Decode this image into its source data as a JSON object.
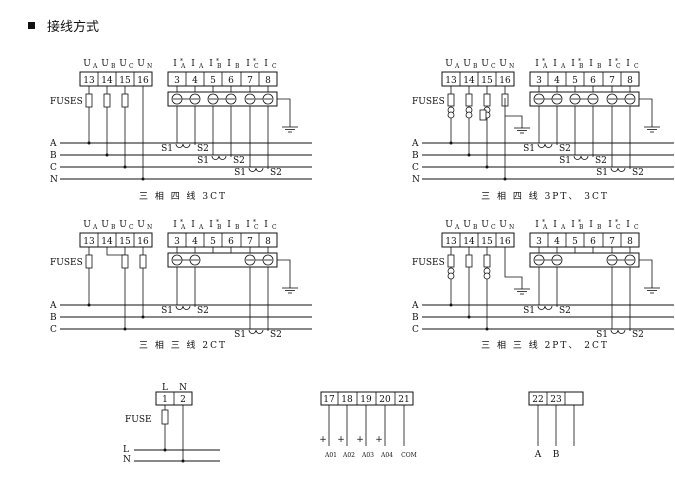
{
  "page": {
    "title": "接线方式"
  },
  "labels": {
    "fuses": "FUSES",
    "fuse": "FUSE",
    "s1": "S1",
    "s2": "S2",
    "phase_a": "A",
    "phase_b": "B",
    "phase_c": "C",
    "phase_n": "N",
    "plus": "+",
    "l": "L",
    "n": "N"
  },
  "voltage_terminals": {
    "headers": [
      "U",
      "U",
      "U",
      "U"
    ],
    "subs": [
      "A",
      "B",
      "C",
      "N"
    ],
    "numbers": [
      "13",
      "14",
      "15",
      "16"
    ]
  },
  "current_terminals": {
    "headers": [
      "I",
      "I",
      "I",
      "I",
      "I",
      "I"
    ],
    "subs": [
      "A",
      "A",
      "B",
      "B",
      "C",
      "C"
    ],
    "stars": [
      "*",
      "",
      "*",
      "",
      "*",
      ""
    ],
    "numbers": [
      "3",
      "4",
      "5",
      "6",
      "7",
      "8"
    ]
  },
  "diagrams": [
    {
      "caption": "三 相 四 线 3CT"
    },
    {
      "caption": "三 相 四 线 3PT、 3CT"
    },
    {
      "caption": "三 相 三 线 2CT"
    },
    {
      "caption": "三 相 三 线 2PT、 2CT"
    }
  ],
  "power": {
    "numbers": [
      "1",
      "2"
    ]
  },
  "relay": {
    "numbers": [
      "17",
      "18",
      "19",
      "20",
      "21"
    ],
    "outputs": [
      "A01",
      "A02",
      "A03",
      "A04",
      "COM"
    ]
  },
  "comm": {
    "numbers": [
      "22",
      "23",
      ""
    ],
    "outputs": [
      "A",
      "B"
    ]
  }
}
